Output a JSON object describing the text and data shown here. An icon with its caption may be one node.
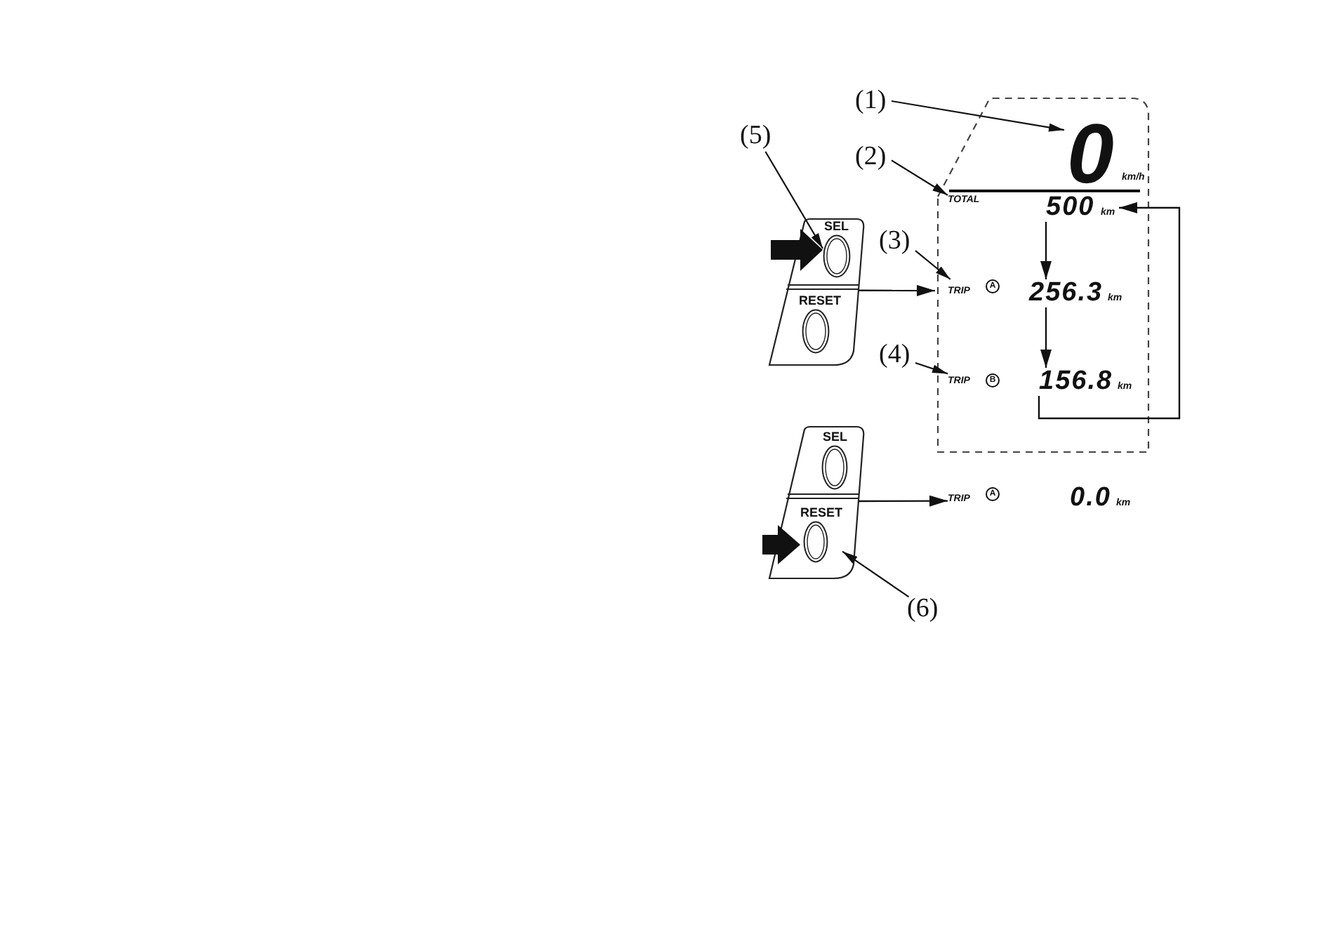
{
  "diagram": {
    "nodes": [
      {
        "text": [
          "(1)"
        ]
      },
      {
        "text": [
          "(5)"
        ]
      },
      {
        "text": [
          "(2)"
        ]
      },
      {
        "text": [],
        "shape": "box"
      },
      {
        "text": [
          "0",
          "km/h"
        ],
        "in": 3
      },
      {
        "text": [
          "TOTAL"
        ],
        "in": 3
      },
      {
        "text": [
          "500",
          "km"
        ],
        "in": 3
      },
      {
        "text": [],
        "shape": "box"
      },
      {
        "text": [
          "SEL"
        ],
        "in": 7
      },
      {
        "text": [
          "RESET"
        ],
        "in": 7
      },
      {
        "text": [
          "(3)"
        ]
      },
      {
        "text": [
          "TRIP",
          "A"
        ],
        "in": 3
      },
      {
        "text": [
          "256.3",
          "km"
        ],
        "in": 3
      },
      {
        "text": [
          "(4)"
        ]
      },
      {
        "text": [
          "TRIP",
          "B"
        ],
        "in": 3
      },
      {
        "text": [
          "156.8",
          "km"
        ],
        "in": 3
      },
      {
        "text": [],
        "shape": "box"
      },
      {
        "text": [
          "SEL"
        ],
        "in": 16
      },
      {
        "text": [
          "RESET"
        ],
        "in": 16
      },
      {
        "text": [
          "TRIP",
          "A"
        ]
      },
      {
        "text": [
          "0.0",
          "km"
        ]
      },
      {
        "text": [
          "(6)"
        ]
      }
    ],
    "edges": [
      {
        "from": 0,
        "to": 4,
        "arrow": "to"
      },
      {
        "from": 2,
        "to": 5,
        "arrow": "to"
      },
      {
        "from": 1,
        "to": 8,
        "arrow": "to"
      },
      {
        "from": null,
        "to": 8,
        "arrow": "to",
        "style": "thick"
      },
      {
        "from": 10,
        "to": 11,
        "arrow": "to"
      },
      {
        "from": 13,
        "to": 14,
        "arrow": "to"
      },
      {
        "from": 7,
        "to": 3,
        "arrow": "to"
      },
      {
        "from": 6,
        "to": 12,
        "arrow": "to"
      },
      {
        "from": 12,
        "to": 15,
        "arrow": "to"
      },
      {
        "from": 15,
        "to": 6,
        "arrow": "to"
      },
      {
        "from": 16,
        "to": 19,
        "arrow": "to"
      },
      {
        "from": null,
        "to": 18,
        "arrow": "to",
        "style": "thick"
      },
      {
        "from": 21,
        "to": 18,
        "arrow": "to"
      }
    ]
  }
}
